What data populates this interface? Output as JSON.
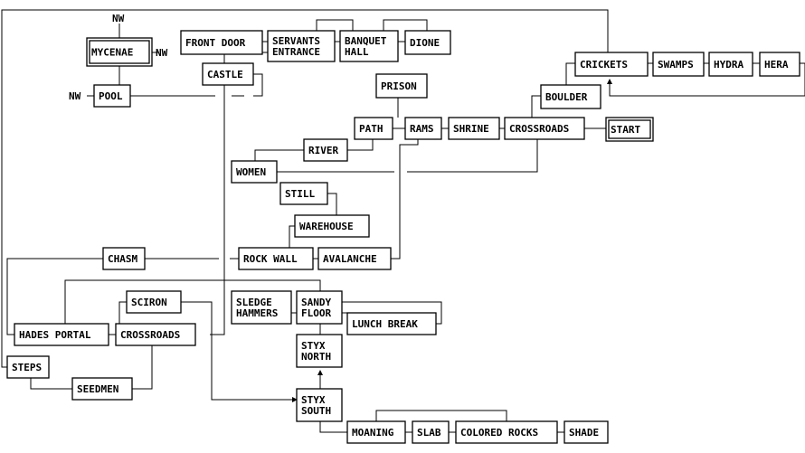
{
  "colors": {
    "background": "#ffffff",
    "ink": "#000000"
  },
  "rooms": {
    "mycenae": [
      "MYCENAE"
    ],
    "front_door": [
      "FRONT DOOR"
    ],
    "servants": [
      "SERVANTS",
      "ENTRANCE"
    ],
    "banquet": [
      "BANQUET",
      "HALL"
    ],
    "dione": [
      "DIONE"
    ],
    "castle": [
      "CASTLE"
    ],
    "pool": [
      "POOL"
    ],
    "prison": [
      "PRISON"
    ],
    "crickets": [
      "CRICKETS"
    ],
    "swamps": [
      "SWAMPS"
    ],
    "hydra": [
      "HYDRA"
    ],
    "hera": [
      "HERA"
    ],
    "boulder": [
      "BOULDER"
    ],
    "path": [
      "PATH"
    ],
    "rams": [
      "RAMS"
    ],
    "shrine": [
      "SHRINE"
    ],
    "crossroads_east": [
      "CROSSROADS"
    ],
    "start": [
      "START"
    ],
    "river": [
      "RIVER"
    ],
    "women": [
      "WOMEN"
    ],
    "still": [
      "STILL"
    ],
    "warehouse": [
      "WAREHOUSE"
    ],
    "chasm": [
      "CHASM"
    ],
    "rock_wall": [
      "ROCK WALL"
    ],
    "avalanche": [
      "AVALANCHE"
    ],
    "sciron": [
      "SCIRON"
    ],
    "sledge": [
      "SLEDGE",
      "HAMMERS"
    ],
    "sandy": [
      "SANDY",
      "FLOOR"
    ],
    "lunch": [
      "LUNCH BREAK"
    ],
    "hades": [
      "HADES PORTAL"
    ],
    "crossroads_west": [
      "CROSSROADS"
    ],
    "steps": [
      "STEPS"
    ],
    "seedmen": [
      "SEEDMEN"
    ],
    "styx_north": [
      "STYX",
      "NORTH"
    ],
    "styx_south": [
      "STYX",
      "SOUTH"
    ],
    "moaning": [
      "MOANING"
    ],
    "slab": [
      "SLAB"
    ],
    "colored": [
      "COLORED ROCKS"
    ],
    "shade": [
      "SHADE"
    ]
  },
  "direction_labels": {
    "mycenae_north": "NW",
    "mycenae_east": "NW",
    "pool_west": "NW"
  }
}
